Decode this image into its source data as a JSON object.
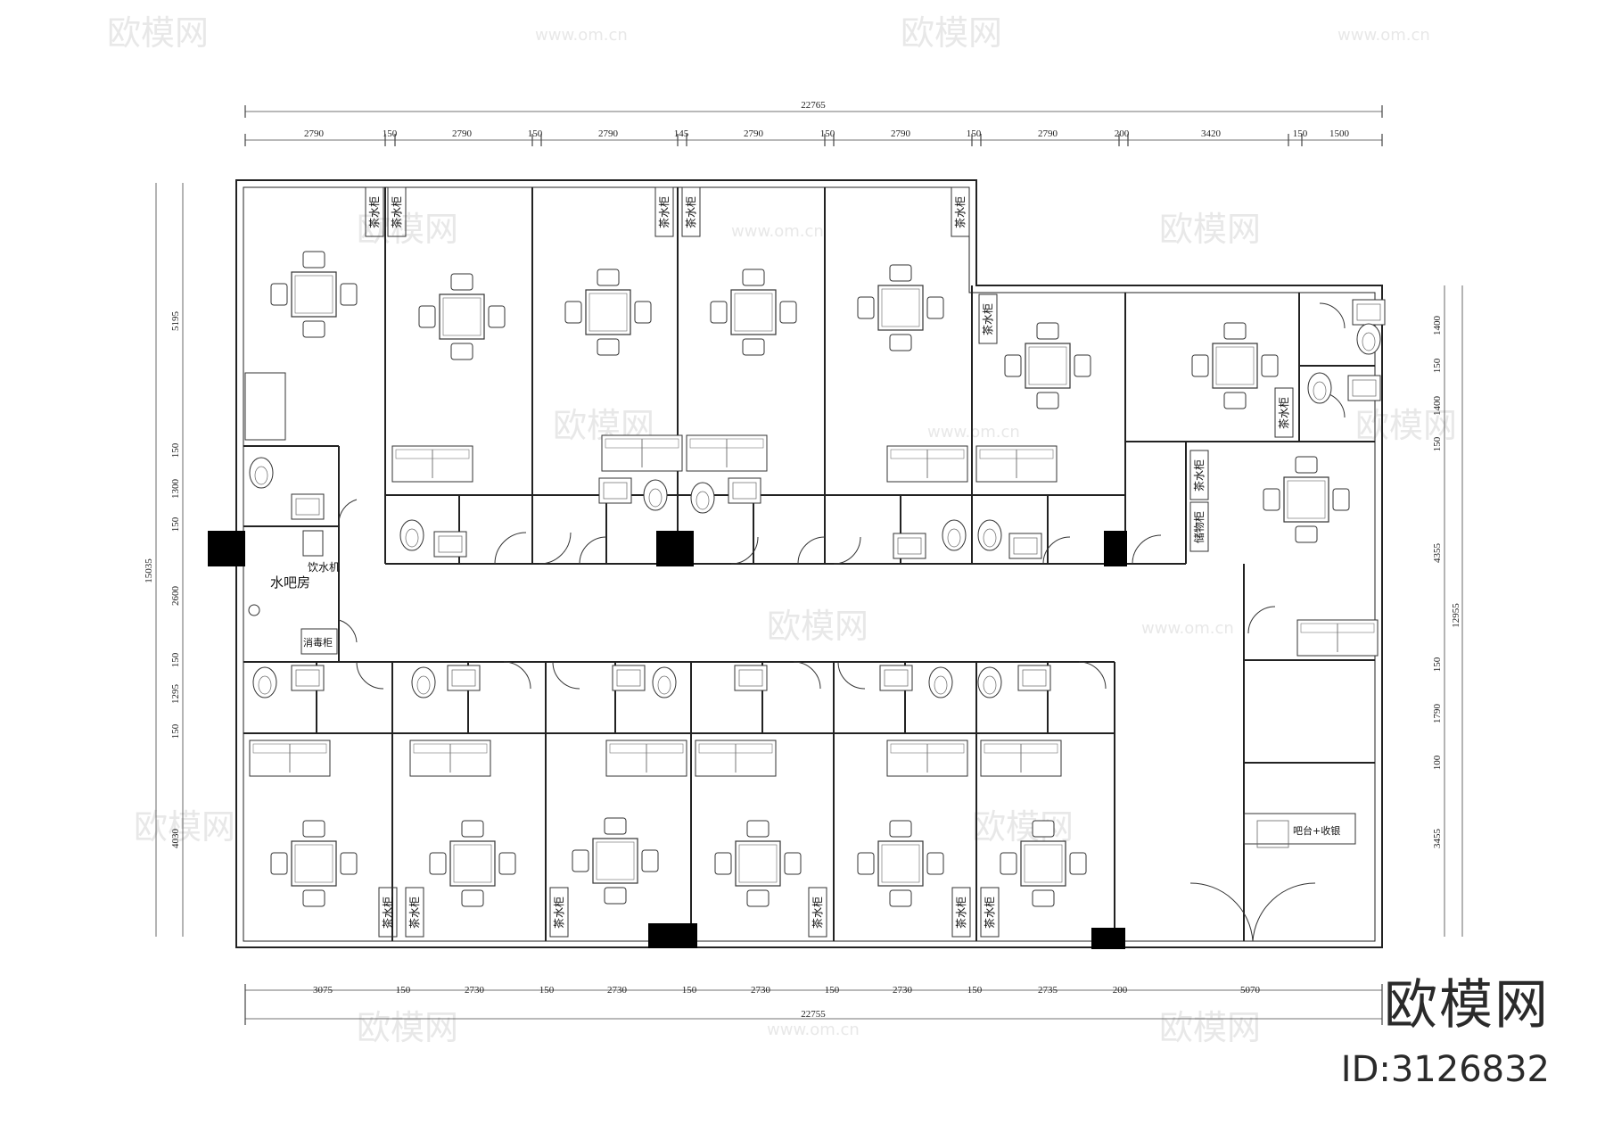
{
  "drawing": {
    "top_total": "22765",
    "bottom_total": "22755",
    "left_total": "15035",
    "right_total": "12955",
    "top_dims": [
      "2790",
      "150",
      "2790",
      "150",
      "2790",
      "145",
      "2790",
      "150",
      "2790",
      "150",
      "2790",
      "200",
      "3420",
      "150",
      "1500"
    ],
    "bottom_dims": [
      "3075",
      "150",
      "2730",
      "150",
      "2730",
      "150",
      "2730",
      "150",
      "2730",
      "150",
      "2735",
      "200",
      "5070"
    ],
    "left_dims": [
      "5195",
      "150",
      "1300",
      "150",
      "2600",
      "150",
      "1295",
      "150",
      "4030"
    ],
    "right_dims": [
      "1400",
      "150",
      "1400",
      "150",
      "4355",
      "150",
      "1790",
      "100",
      "3455"
    ],
    "labels": {
      "tea_cabinet": "茶水柜",
      "storage_cabinet": "储物柜",
      "water_bar_room": "水吧房",
      "water_dispenser": "饮水机",
      "sterilizer_cabinet": "消毒柜",
      "bar_counter": "吧台+收银"
    }
  },
  "watermark": {
    "brand": "欧模网",
    "url": "www.om.cn",
    "id_text": "ID:3126832"
  }
}
